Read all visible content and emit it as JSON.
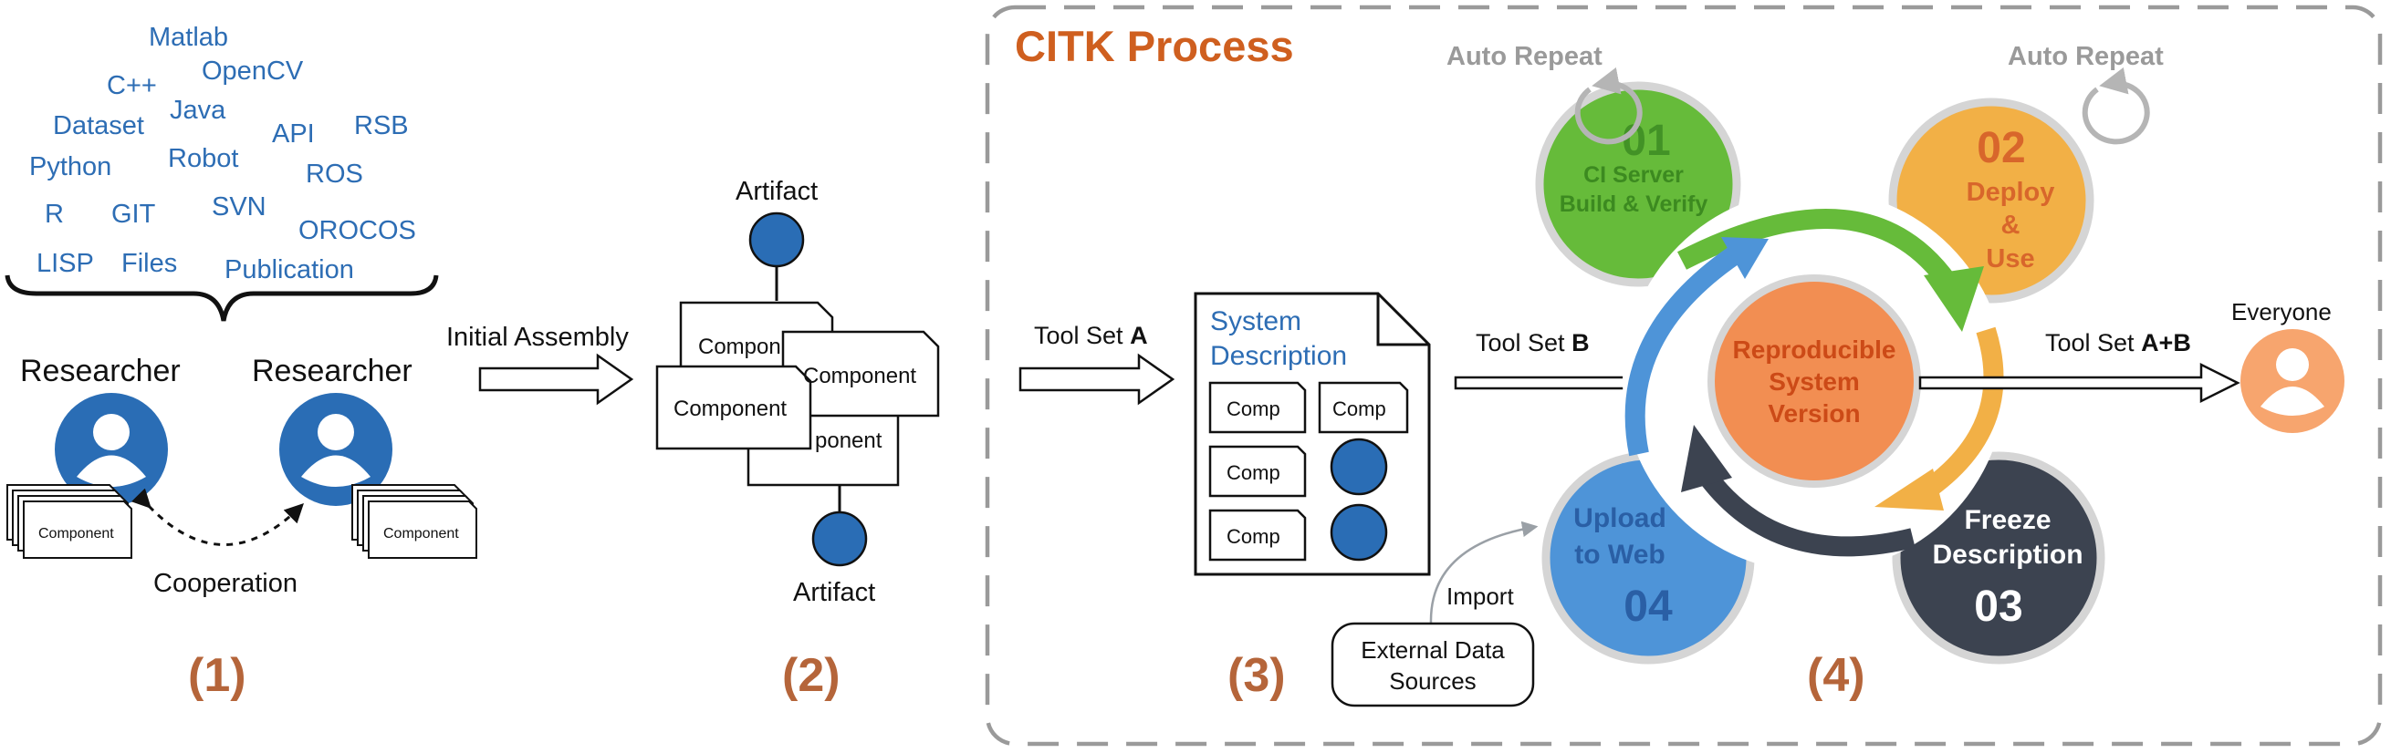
{
  "tags": [
    "Matlab",
    "OpenCV",
    "C++",
    "Java",
    "Dataset",
    "API",
    "RSB",
    "Python",
    "Robot",
    "ROS",
    "R",
    "GIT",
    "SVN",
    "OROCOS",
    "LISP",
    "Files",
    "Publication"
  ],
  "panel1": {
    "researcher_left": "Researcher",
    "researcher_right": "Researcher",
    "component_label": "Component",
    "cooperation": "Cooperation",
    "number": "(1)"
  },
  "panel2": {
    "initial_assembly": "Initial Assembly",
    "artifact_top": "Artifact",
    "artifact_bottom": "Artifact",
    "component_full": "Component",
    "component_cut_a": "Compon",
    "component_cut_b": "ponent",
    "number": "(2)"
  },
  "panel3": {
    "tool_set_a_prefix": "Tool Set ",
    "tool_set_a_bold": "A",
    "system_description_line1": "System",
    "system_description_line2": "Description",
    "comp": "Comp",
    "number": "(3)"
  },
  "panel4": {
    "title": "CITK Process",
    "auto_repeat_left": "Auto Repeat",
    "auto_repeat_right": "Auto Repeat",
    "step01": {
      "num": "01",
      "line1": "CI Server",
      "line2": "Build & Verify"
    },
    "step02": {
      "num": "02",
      "line1": "Deploy",
      "line2": "&",
      "line3": "Use"
    },
    "step03": {
      "num": "03",
      "line1": "Freeze",
      "line2": "Description"
    },
    "step04": {
      "num": "04",
      "line1": "Upload",
      "line2": "to Web"
    },
    "center": {
      "line1": "Reproducible",
      "line2": "System",
      "line3": "Version"
    },
    "tool_set_b_prefix": "Tool Set ",
    "tool_set_b_bold": "B",
    "tool_set_ab_prefix": "Tool Set ",
    "tool_set_ab_bold": "A+B",
    "everyone": "Everyone",
    "import": "Import",
    "external_line1": "External Data",
    "external_line2": "Sources",
    "number": "(4)"
  },
  "colors": {
    "tag_blue": "#2d6db4",
    "person_blue": "#2a6db5",
    "number_brown": "#b5653a",
    "title_orange": "#cf5f1f",
    "green": "#66bb3a",
    "yellow": "#f2b046",
    "dark": "#3c4350",
    "light_blue": "#4e94d8",
    "center_orange": "#f28e52",
    "everyone_orange": "#f7a56e"
  }
}
